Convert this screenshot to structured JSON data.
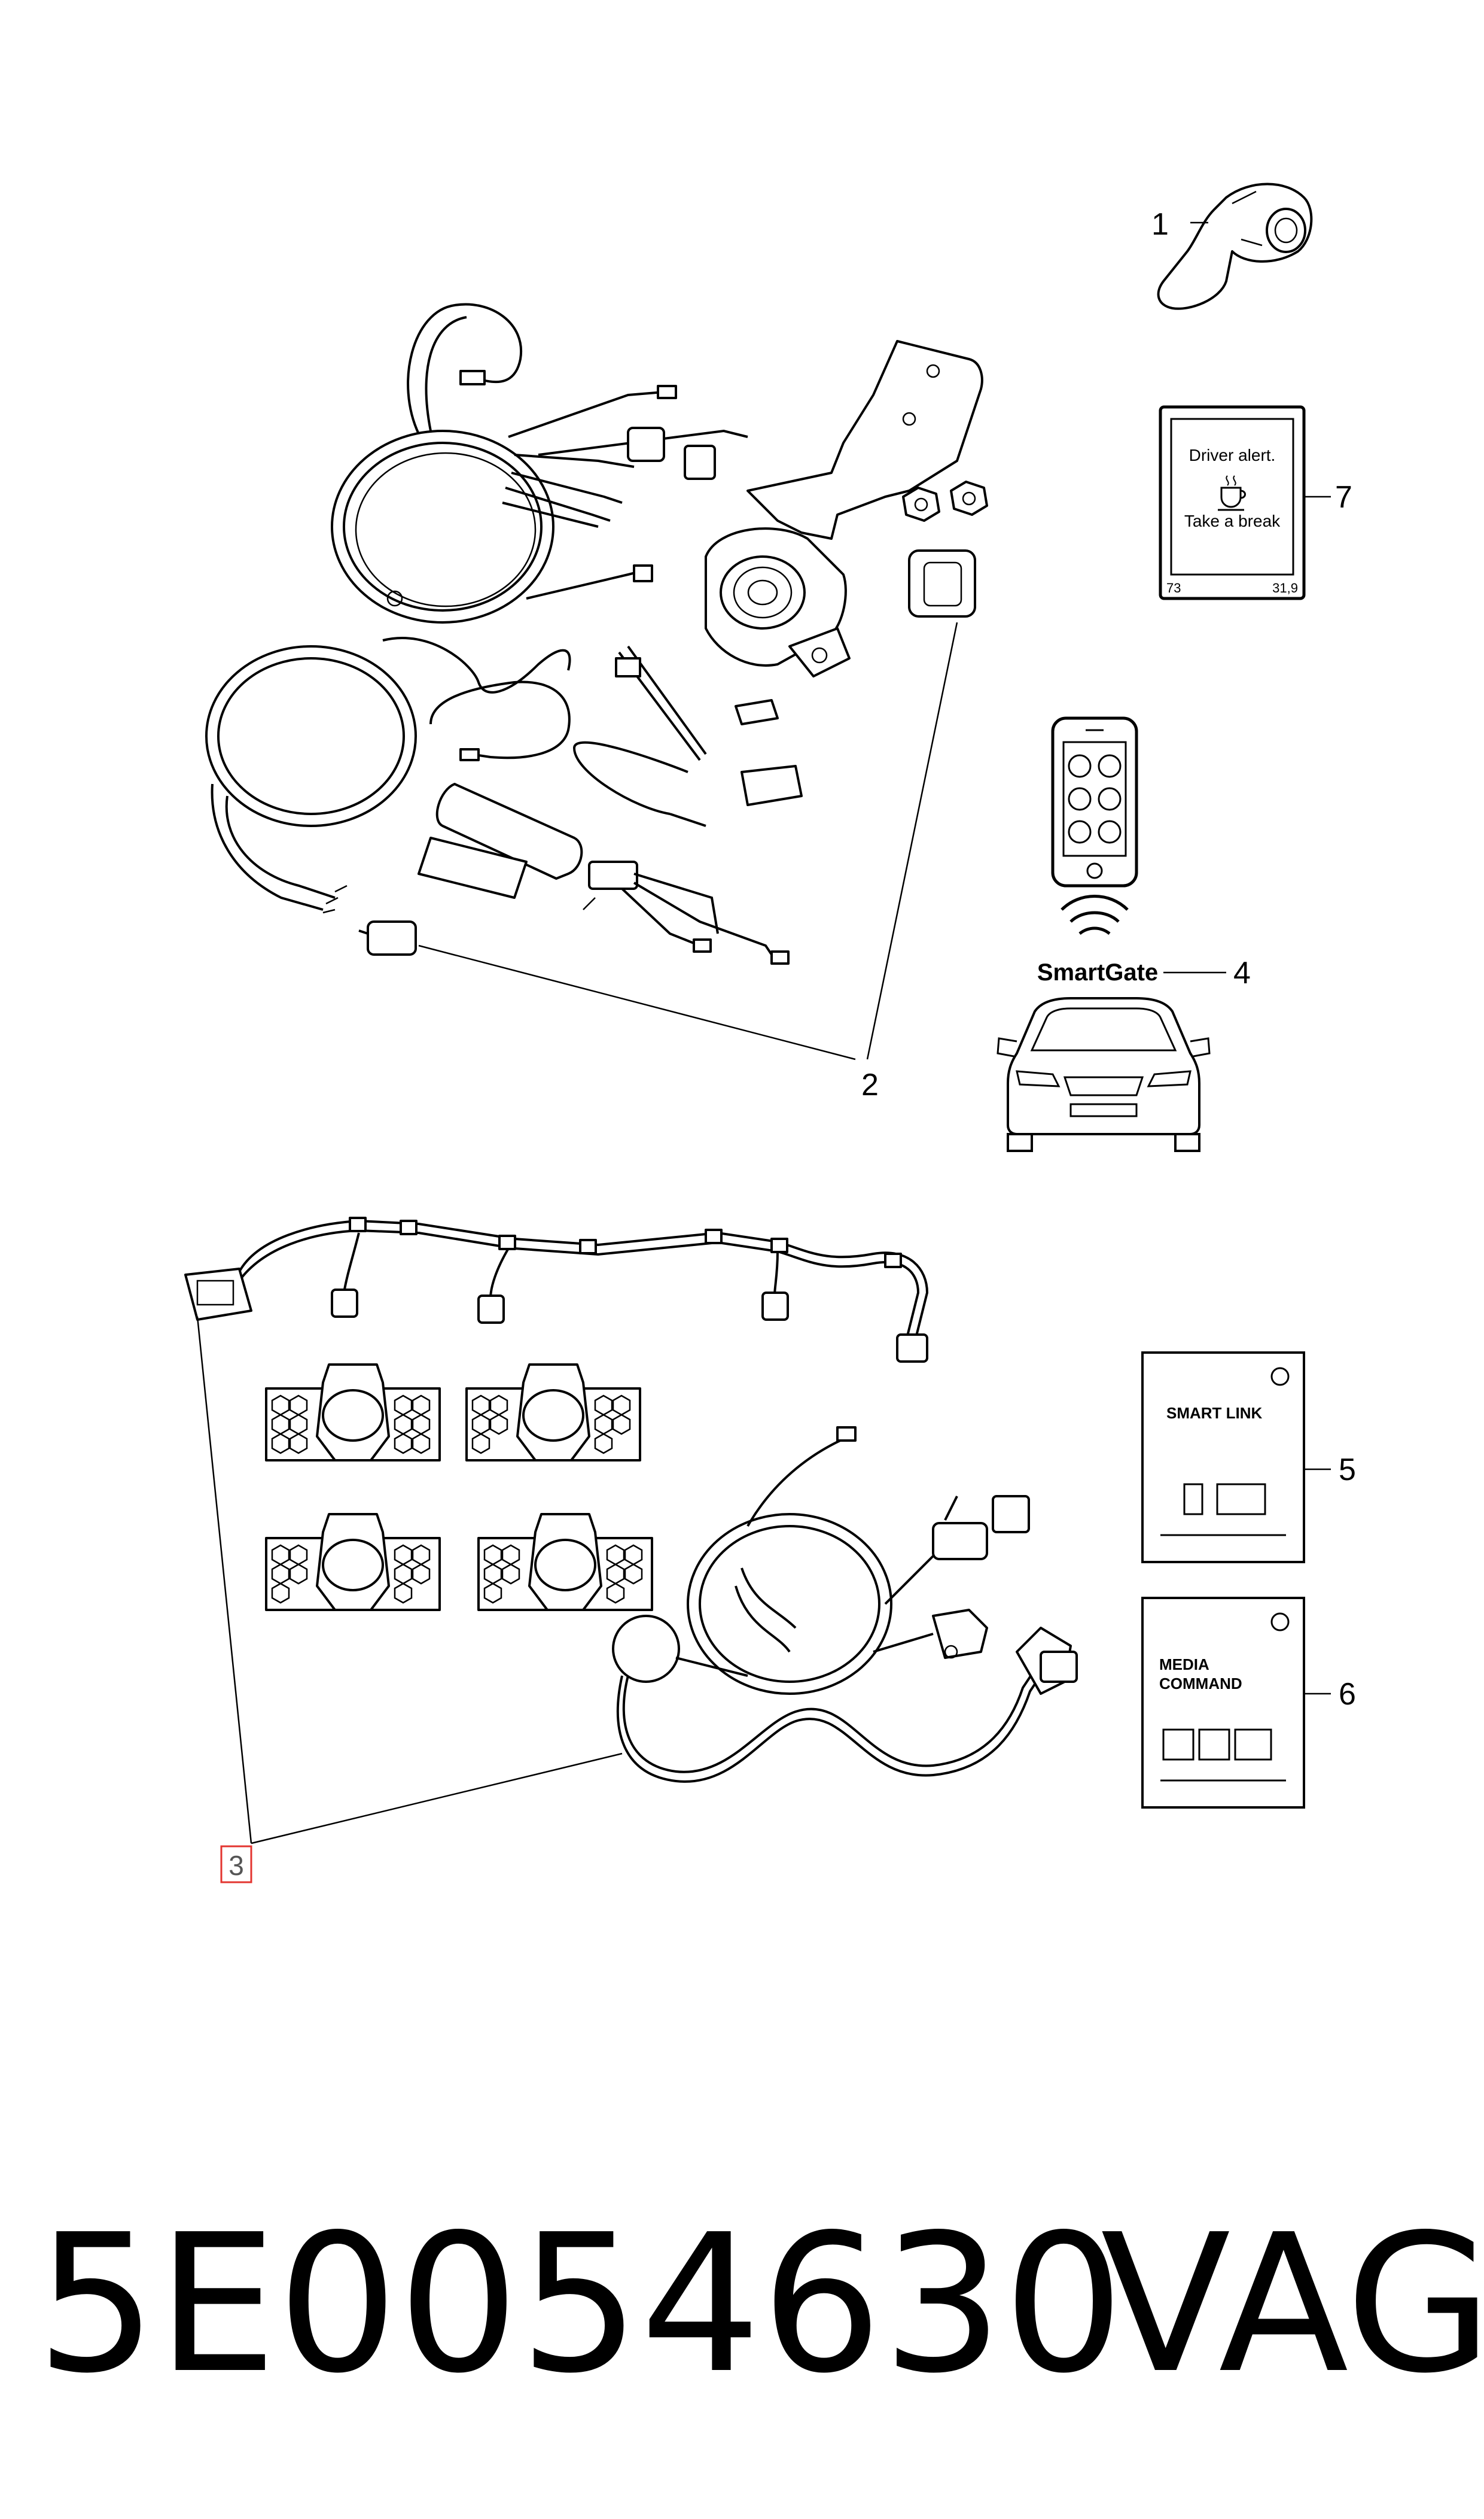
{
  "callouts": {
    "c1": "1",
    "c2": "2",
    "c3": "3",
    "c4": "4",
    "c5": "5",
    "c6": "6",
    "c7": "7"
  },
  "driver_alert": {
    "line1": "Driver alert.",
    "line2": "Take a break",
    "left_value": "73",
    "right_value": "31,9"
  },
  "smartgate": {
    "label": "SmartGate"
  },
  "manuals": {
    "smart_link": "SMART LINK",
    "media_command_line1": "MEDIA",
    "media_command_line2": "COMMAND"
  },
  "footer": {
    "part_number": "5E0054630",
    "brand": "VAG"
  }
}
